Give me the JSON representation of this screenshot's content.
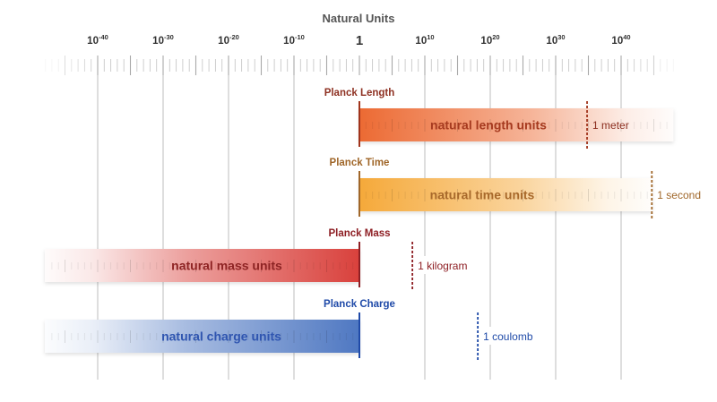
{
  "title": "Natural Units",
  "axis": {
    "scale": "log10",
    "range_exponent": [
      -48,
      48
    ],
    "major_labels": [
      {
        "exponent": -40,
        "base": "10",
        "sup": "-40"
      },
      {
        "exponent": -30,
        "base": "10",
        "sup": "-30"
      },
      {
        "exponent": -20,
        "base": "10",
        "sup": "-20"
      },
      {
        "exponent": -10,
        "base": "10",
        "sup": "-10"
      },
      {
        "exponent": 0,
        "base": "1",
        "sup": ""
      },
      {
        "exponent": 10,
        "base": "10",
        "sup": "10"
      },
      {
        "exponent": 20,
        "base": "10",
        "sup": "20"
      },
      {
        "exponent": 30,
        "base": "10",
        "sup": "30"
      },
      {
        "exponent": 40,
        "base": "10",
        "sup": "40"
      }
    ],
    "gridlines_every_decades": 10,
    "major_tick_every_decades": 5,
    "minor_tick_every_decades": 1
  },
  "rows": [
    {
      "id": "length",
      "planck_label": "Planck Length",
      "bar_label": "natural length units",
      "direction": "right",
      "bar_extent_exponent": 48,
      "reference_label": "1 meter",
      "reference_exponent": 34.8,
      "colors": {
        "strong": "#ec6a33",
        "text": "#a63a1f",
        "line": "#a0341c",
        "label": "#8e3122"
      }
    },
    {
      "id": "time",
      "planck_label": "Planck Time",
      "bar_label": "natural time units",
      "direction": "right",
      "bar_extent_exponent": 44.7,
      "reference_label": "1 second",
      "reference_exponent": 44.7,
      "colors": {
        "strong": "#f5a93a",
        "text": "#a8692b",
        "line": "#a0672a",
        "label": "#a0672a"
      }
    },
    {
      "id": "mass",
      "planck_label": "Planck Mass",
      "bar_label": "natural mass units",
      "direction": "left",
      "bar_extent_exponent": -48,
      "reference_label": "1 kilogram",
      "reference_exponent": 8.1,
      "colors": {
        "strong": "#d9413c",
        "text": "#8e2424",
        "line": "#8e1f24",
        "label": "#8e1f24"
      }
    },
    {
      "id": "charge",
      "planck_label": "Planck Charge",
      "bar_label": "natural charge units",
      "direction": "left",
      "bar_extent_exponent": -48,
      "reference_label": "1 coulomb",
      "reference_exponent": 18.1,
      "colors": {
        "strong": "#4f78c2",
        "text": "#2f55b0",
        "line": "#1f4aa8",
        "label": "#1f4aa8"
      }
    }
  ],
  "colors": {
    "title": "#555555",
    "tick_label": "#333333",
    "gridline": "#bdbdbd",
    "ruler_tick": "#b9b9b9"
  }
}
